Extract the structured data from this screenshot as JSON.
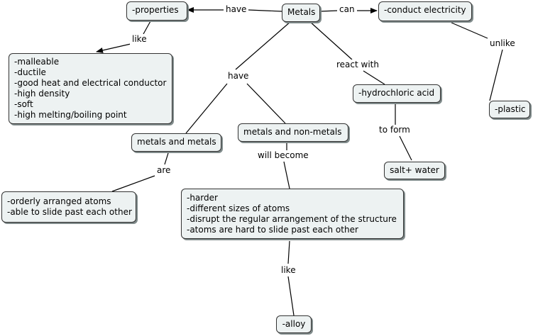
{
  "nodes": {
    "metals": "Metals",
    "properties": "-properties",
    "conduct_electricity": "-conduct electricity",
    "plastic": "-plastic",
    "properties_list": [
      "-malleable",
      "-ductile",
      "-good heat and electrical conductor",
      "-high density",
      "-soft",
      "-high melting/boiling point"
    ],
    "hydrochloric_acid": "-hydrochloric acid",
    "salt_water": "salt+ water",
    "metals_and_metals": "metals and metals",
    "metals_and_non_metals": "metals and non-metals",
    "metal_metal_traits": [
      "-orderly arranged atoms",
      "-able to slide past each other"
    ],
    "alloy_traits": [
      "-harder",
      "-different sizes of atoms",
      "-disrupt the regular arrangement of the structure",
      "-atoms are hard to slide past each other"
    ],
    "alloy": "-alloy"
  },
  "links": {
    "have_top": "have",
    "can": "can",
    "like_top": "like",
    "unlike": "unlike",
    "react_with": "react with",
    "have_mid": "have",
    "to_form": "to form",
    "are": "are",
    "will_become": "will become",
    "like_bottom": "like"
  },
  "colors": {
    "node_fill": "#edf2f2",
    "node_border": "#333333",
    "line": "#000000"
  }
}
